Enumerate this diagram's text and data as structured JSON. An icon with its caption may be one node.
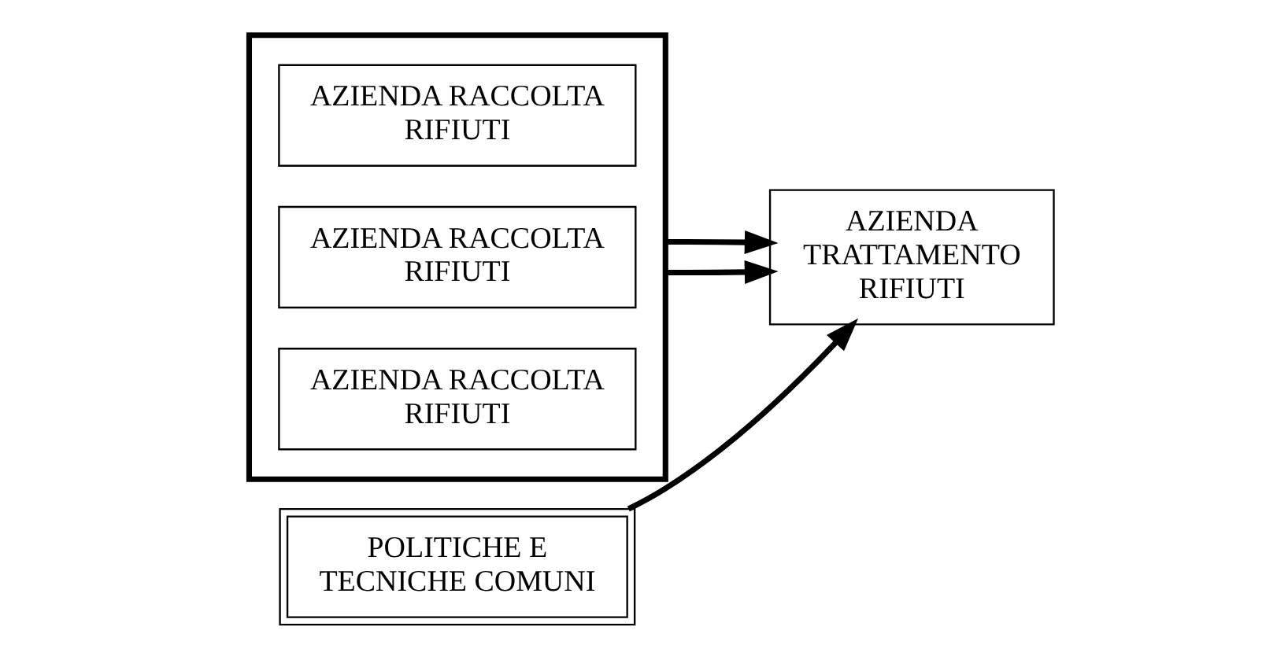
{
  "diagram": {
    "nodes": [
      {
        "text": [],
        "shape": "box"
      },
      {
        "text": [
          "AZIENDA RACCOLTA RIFIUTI"
        ],
        "in": 0
      },
      {
        "text": [
          "AZIENDA RACCOLTA RIFIUTI"
        ],
        "in": 0
      },
      {
        "text": [
          "AZIENDA RACCOLTA RIFIUTI"
        ],
        "in": 0
      },
      {
        "text": [
          "AZIENDA TRATTAMENTO RIFIUTI"
        ]
      },
      {
        "text": [
          "POLITICHE E TECNICHE COMUNI"
        ]
      }
    ],
    "edges": [
      {
        "from": 0,
        "to": 4,
        "arrow": "to"
      },
      {
        "from": 0,
        "to": 4,
        "arrow": "to"
      },
      {
        "from": 5,
        "to": 4,
        "arrow": "to"
      }
    ]
  }
}
